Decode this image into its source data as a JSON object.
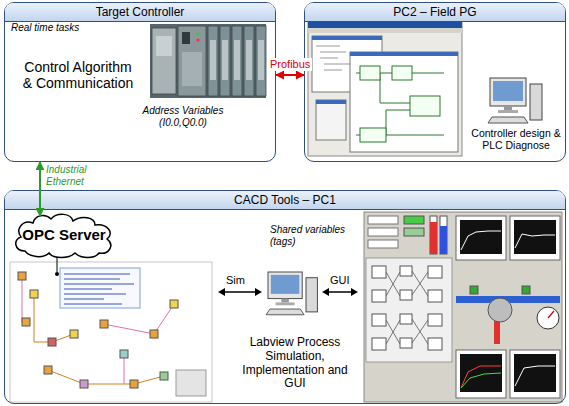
{
  "diagram": {
    "nodes": [
      {
        "text": [
          "Target Controller",
          "Real time tasks",
          "Control Algorithm & Communication",
          "Address Variables (I0.0,Q0.0)"
        ]
      },
      {
        "text": [
          "PC2 – Field PG",
          "Controller design & PLC Diagnose"
        ]
      },
      {
        "text": [
          "CACD Tools – PC1"
        ]
      },
      {
        "text": [
          "OPC Server"
        ],
        "in": 2
      }
    ],
    "edges": [
      {
        "from": 0,
        "to": 1,
        "arrow": "both",
        "label": "Profibus"
      },
      {
        "from": 0,
        "to": 3,
        "arrow": "both",
        "label": "Industrial Ethernet"
      }
    ],
    "labels": [
      "Shared variables (tags)",
      "Sim",
      "GUI",
      "Labview Process Simulation, Implementation and GUI"
    ]
  }
}
